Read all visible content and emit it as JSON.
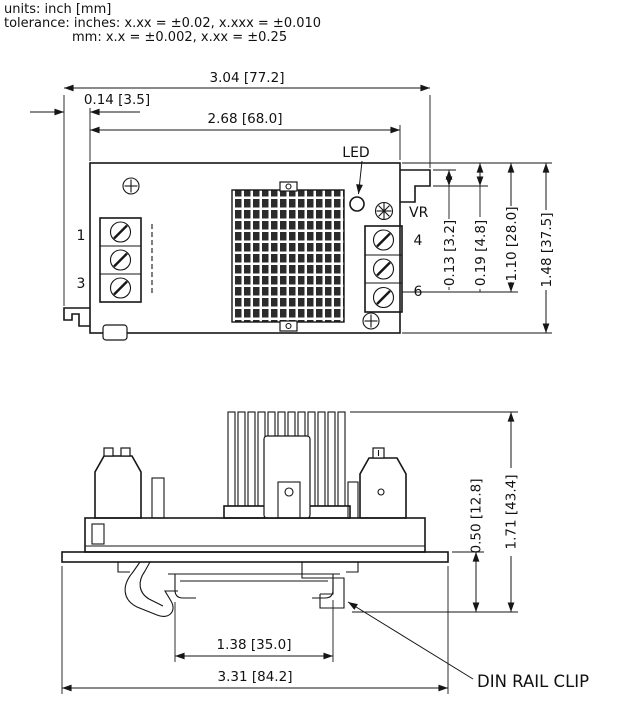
{
  "header": {
    "units_line": "units: inch [mm]",
    "tolerance_line1": "tolerance: inches: x.xx = ±0.02, x.xxx = ±0.010",
    "tolerance_line2": "mm: x.x = ±0.002, x.xx = ±0.25"
  },
  "top_view": {
    "dim_overall_width": "3.04 [77.2]",
    "dim_tab_offset": "0.14 [3.5]",
    "dim_inner_width": "2.68 [68.0]",
    "dim_step_small": "0.13 [3.2]",
    "dim_step_large": "0.19 [4.8]",
    "dim_terminal_height": "1.10 [28.0]",
    "dim_overall_height": "1.48 [37.5]",
    "label_led": "LED",
    "label_vr": "VR",
    "pin_1": "1",
    "pin_3": "3",
    "pin_4": "4",
    "pin_6": "6"
  },
  "side_view": {
    "dim_clip_depth": "0.50 [12.8]",
    "dim_overall_height": "1.71 [43.4]",
    "dim_rail_width": "1.38 [35.0]",
    "dim_overall_width": "3.31 [84.2]",
    "label_din_rail_clip": "DIN RAIL CLIP"
  }
}
